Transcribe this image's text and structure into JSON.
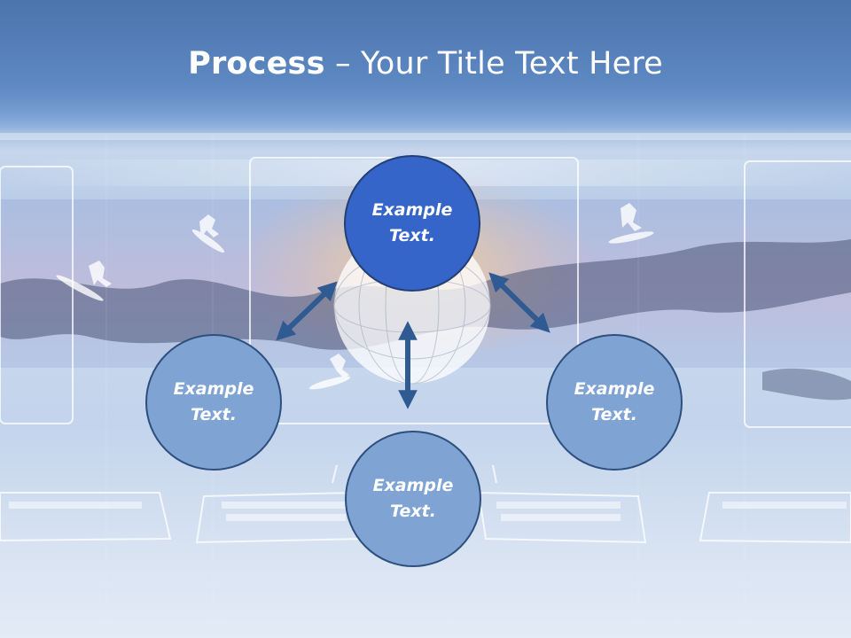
{
  "slide": {
    "title_bold": "Process",
    "title_rest": " – Your Title Text Here"
  },
  "diagram": {
    "center_node": "Example\nText.",
    "left_node": "Example\nText.",
    "right_node": "Example\nText.",
    "bottom_node": "Example\nText."
  },
  "colors": {
    "header": "#4c74ad",
    "center_node": "#3565c8",
    "outer_node": "#7fa3d2",
    "arrow": "#2f5a92"
  }
}
